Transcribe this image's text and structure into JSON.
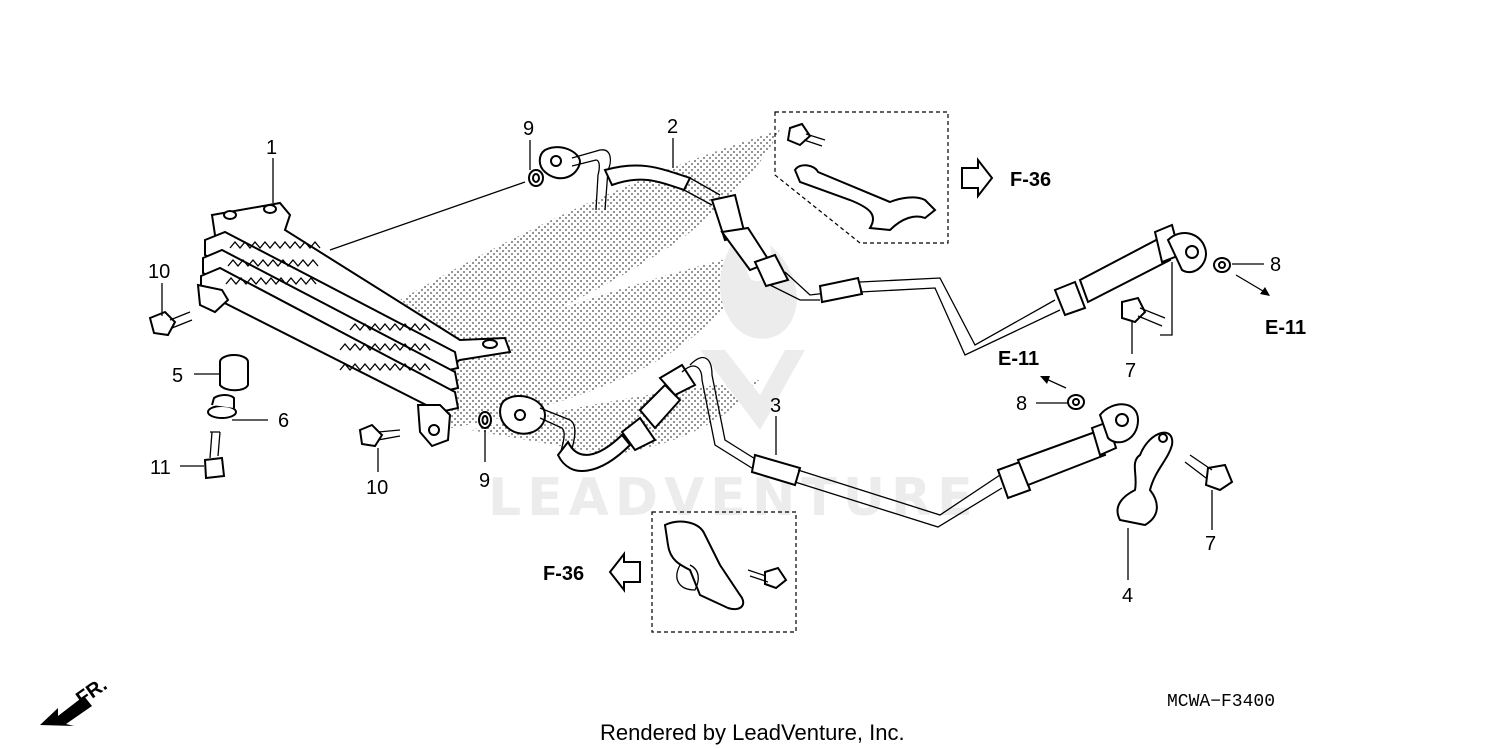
{
  "diagram": {
    "code": "MCWA−F3400",
    "footer": "Rendered by LeadVenture, Inc.",
    "watermark": "LEADVENTURE",
    "direction_label": "FR.",
    "callouts": [
      {
        "id": "c1",
        "label": "1"
      },
      {
        "id": "c2",
        "label": "2"
      },
      {
        "id": "c3",
        "label": "3"
      },
      {
        "id": "c4",
        "label": "4"
      },
      {
        "id": "c5",
        "label": "5"
      },
      {
        "id": "c6",
        "label": "6"
      },
      {
        "id": "c7a",
        "label": "7"
      },
      {
        "id": "c7b",
        "label": "7"
      },
      {
        "id": "c8a",
        "label": "8"
      },
      {
        "id": "c8b",
        "label": "8"
      },
      {
        "id": "c9a",
        "label": "9"
      },
      {
        "id": "c9b",
        "label": "9"
      },
      {
        "id": "c10a",
        "label": "10"
      },
      {
        "id": "c10b",
        "label": "10"
      },
      {
        "id": "c11",
        "label": "11"
      }
    ],
    "refs": {
      "f36_top": "F-36",
      "f36_bottom": "F-36",
      "e11_right": "E-11",
      "e11_mid": "E-11"
    }
  }
}
